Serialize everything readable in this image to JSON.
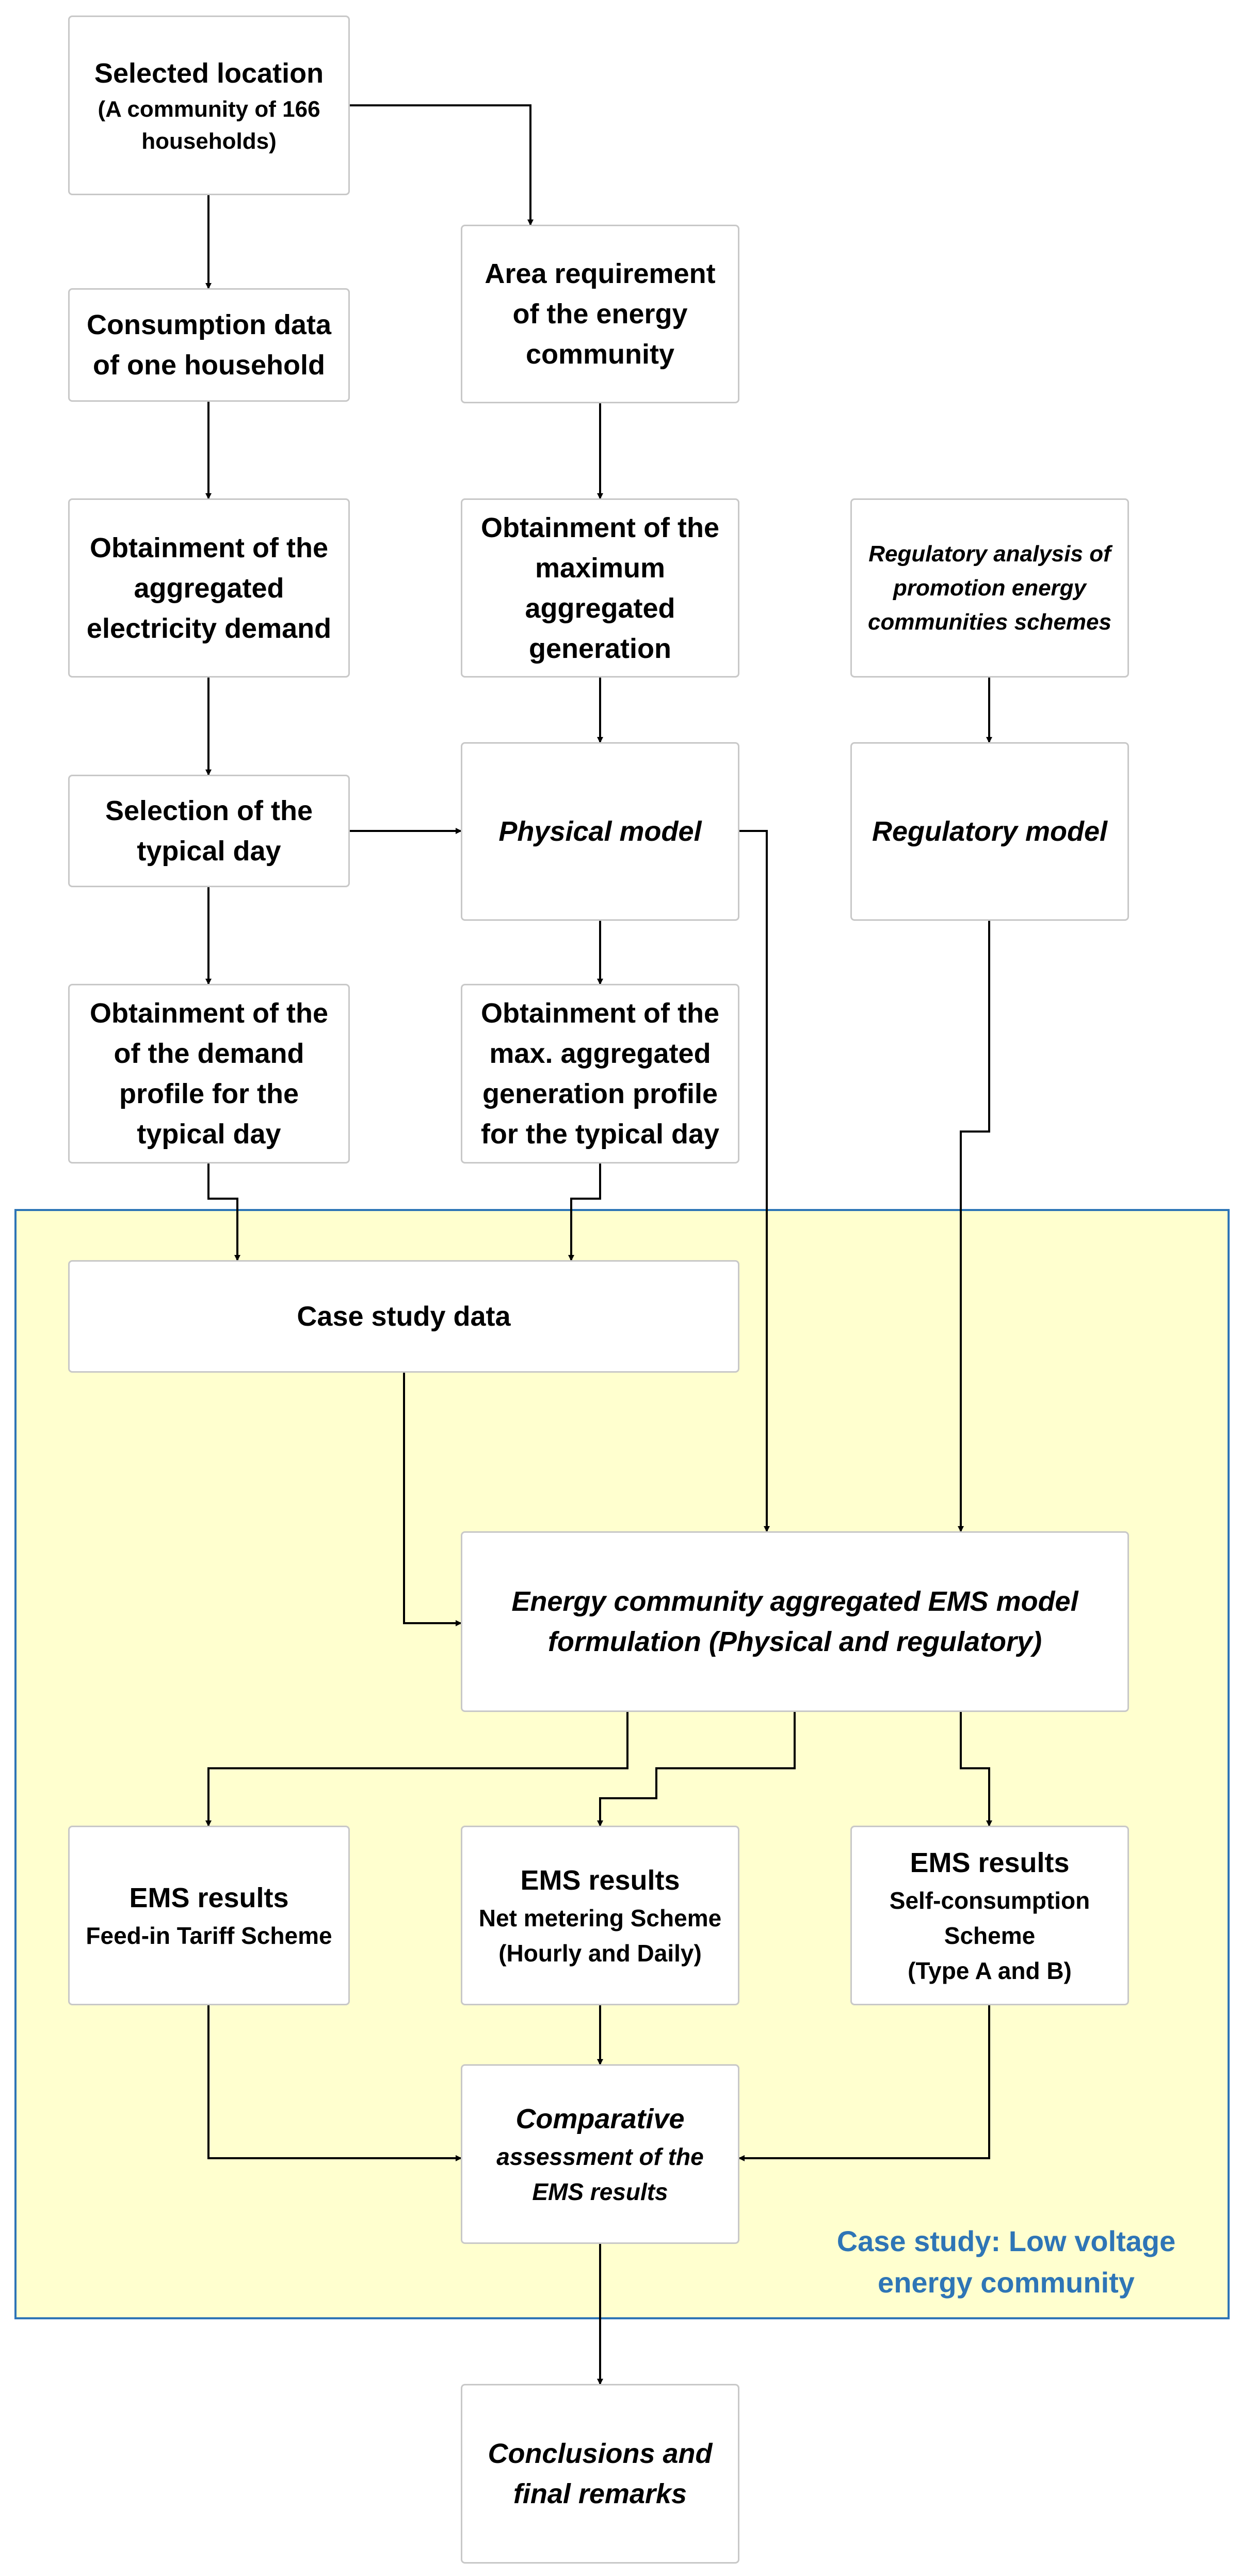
{
  "nodes": {
    "selected_location": {
      "title": "Selected location",
      "subtitle": "(A community of 166\nhouseholds)"
    },
    "consumption_data": {
      "text": "Consumption data\nof one household"
    },
    "area_requirement": {
      "text": "Area requirement\nof the energy\ncommunity"
    },
    "aggregated_demand": {
      "text": "Obtainment of the\naggregated\nelectricity demand"
    },
    "max_generation": {
      "text": "Obtainment of the\nmaximum\naggregated\ngeneration"
    },
    "regulatory_analysis": {
      "text": "Regulatory analysis of\npromotion energy\ncommunities schemes"
    },
    "typical_day": {
      "text": "Selection of the\ntypical day"
    },
    "physical_model": {
      "text": "Physical model"
    },
    "regulatory_model": {
      "text": "Regulatory model"
    },
    "demand_profile": {
      "text": "Obtainment of the\nof the demand\nprofile for the\ntypical day"
    },
    "generation_profile": {
      "text": "Obtainment of the\nmax. aggregated\ngeneration profile\nfor the typical day"
    },
    "case_study_data": {
      "text": "Case study data"
    },
    "ems_formulation": {
      "text": "Energy community aggregated EMS model\nformulation (Physical and regulatory)"
    },
    "ems_fit": {
      "title": "EMS results",
      "subtitle": "Feed-in Tariff Scheme"
    },
    "ems_net": {
      "title": "EMS results",
      "subtitle": "Net metering  Scheme\n(Hourly and Daily)"
    },
    "ems_self": {
      "title": "EMS results",
      "subtitle": "Self-consumption\nScheme\n(Type A and B)"
    },
    "comparative": {
      "title": "Comparative",
      "subtitle": "assessment of the\nEMS results"
    },
    "conclusions": {
      "text": "Conclusions and\nfinal remarks"
    }
  },
  "region": {
    "label": "Case study: Low voltage\nenergy community"
  },
  "colors": {
    "region_fill": "#ffffcf",
    "region_border": "#2e75b6",
    "region_label": "#2e75b6",
    "node_border": "#c8c8c8",
    "edge": "#000000"
  }
}
